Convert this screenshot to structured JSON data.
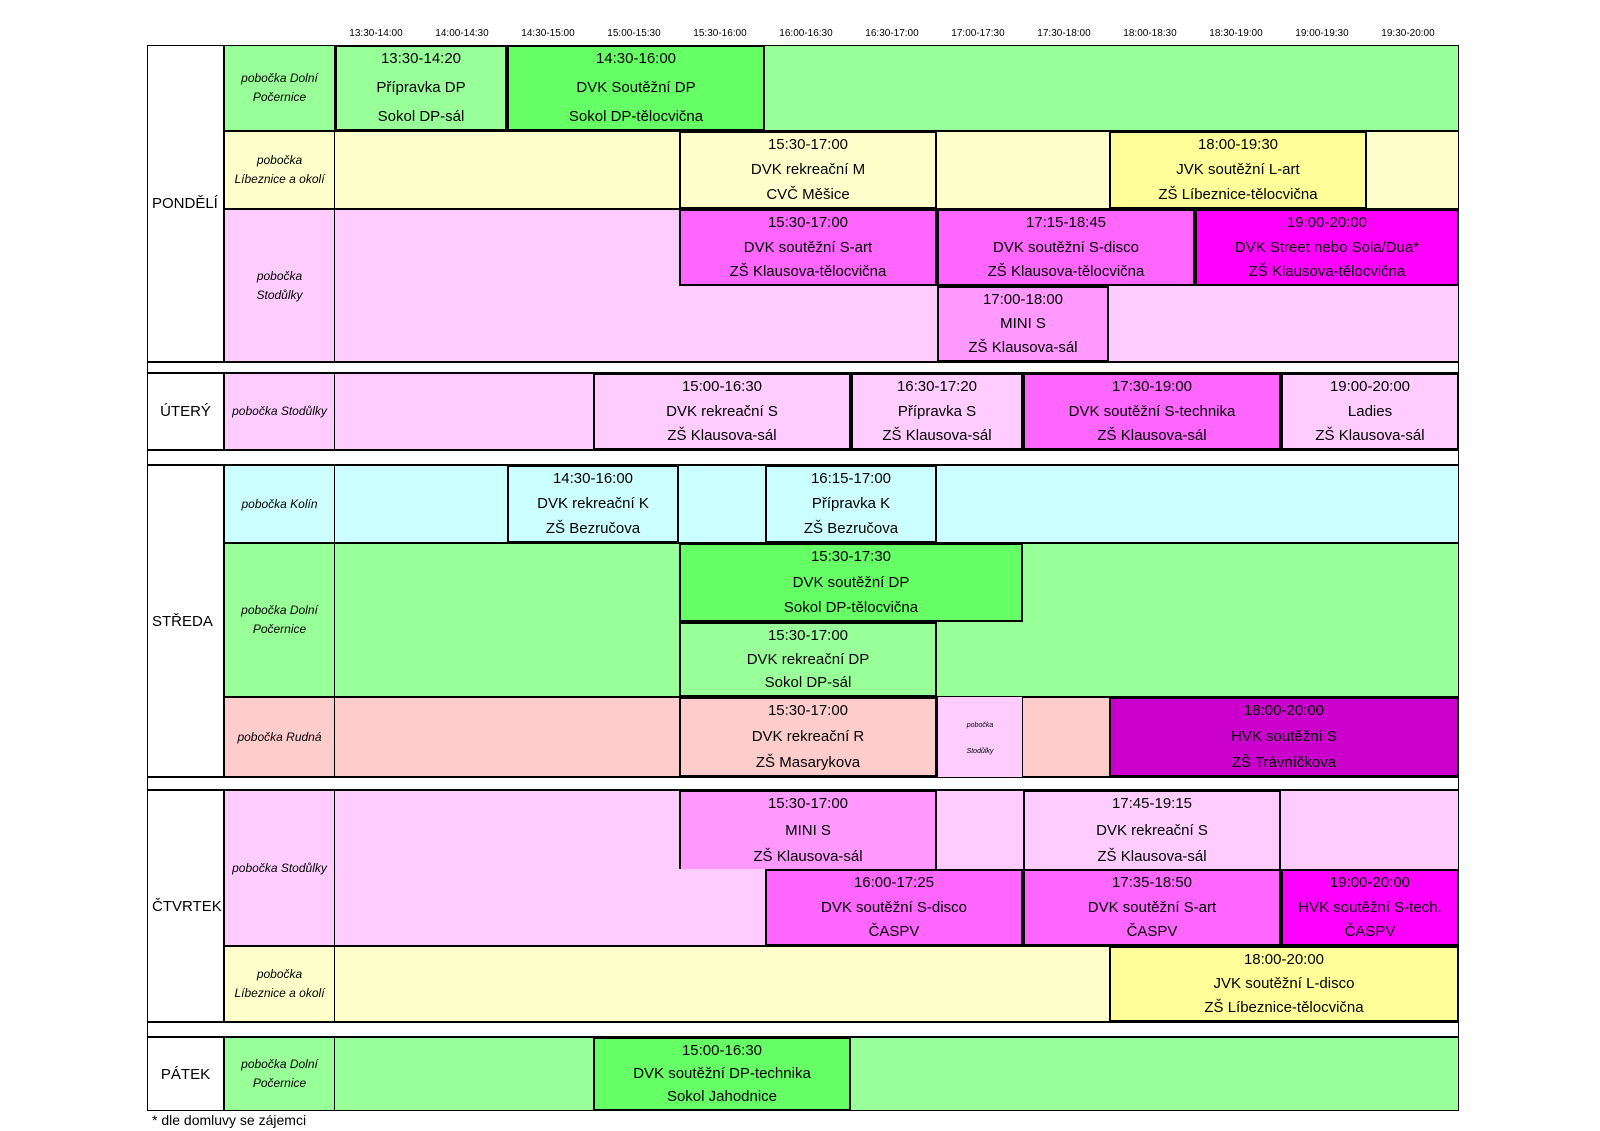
{
  "header": {
    "slots": [
      "13:30-14:00",
      "14:00-14:30",
      "14:30-15:00",
      "15:00-15:30",
      "15:30-16:00",
      "16:00-16:30",
      "16:30-17:00",
      "17:00-17:30",
      "17:30-18:00",
      "18:00-18:30",
      "18:30-19:00",
      "19:00-19:30",
      "19:30-20:00"
    ]
  },
  "colors": {
    "dp_light": "#99ff99",
    "dp_dark": "#66ff66",
    "lib_light": "#ffffcc",
    "lib_dark": "#ffff99",
    "sto_light": "#ffccff",
    "sto_mid": "#ff99ff",
    "sto_dark": "#ff66ff",
    "sto_magenta": "#ff00ff",
    "sto_purple": "#cc00cc",
    "kolin": "#ccffff",
    "rudna": "#ffcccc"
  },
  "days": {
    "mon": "PONDĚLÍ",
    "tue": "ÚTERÝ",
    "wed": "STŘEDA",
    "thu": "ČTVRTEK",
    "fri": "PÁTEK"
  },
  "branches": {
    "mon_dp": [
      "pobočka Dolní",
      "Počernice"
    ],
    "mon_lib": [
      "pobočka",
      "Líbeznice a okolí"
    ],
    "mon_sto": [
      "pobočka",
      "Stodůlky"
    ],
    "tue_sto": [
      "pobočka Stodůlky"
    ],
    "wed_kolin": [
      "pobočka Kolín"
    ],
    "wed_dp": [
      "pobočka Dolní",
      "Počernice"
    ],
    "wed_rudna": [
      "pobočka Rudná"
    ],
    "thu_sto": [
      "pobočka Stodůlky"
    ],
    "thu_lib": [
      "pobočka",
      "Líbeznice a okolí"
    ],
    "fri_dp": [
      "pobočka Dolní",
      "Počernice"
    ]
  },
  "blocks": {
    "b1": [
      "13:30-14:20",
      "Přípravka DP",
      "Sokol DP-sál"
    ],
    "b2": [
      "14:30-16:00",
      "DVK Soutěžní DP",
      "Sokol DP-tělocvična"
    ],
    "b3": [
      "15:30-17:00",
      "DVK rekreační M",
      "CVČ Měšice"
    ],
    "b4": [
      "18:00-19:30",
      "JVK soutěžní L-art",
      "ZŠ Líbeznice-tělocvična"
    ],
    "b5": [
      "15:30-17:00",
      "DVK soutěžní S-art",
      "ZŠ Klausova-tělocvična"
    ],
    "b6": [
      "17:15-18:45",
      "DVK soutěžní S-disco",
      "ZŠ Klausova-tělocvična"
    ],
    "b7": [
      "19:00-20:00",
      "DVK Street nebo Sola/Dua*",
      "ZŠ Klausova-tělocvična"
    ],
    "b8": [
      "17:00-18:00",
      "MINI S",
      "ZŠ Klausova-sál"
    ],
    "b9": [
      "15:00-16:30",
      "DVK rekreační S",
      "ZŠ Klausova-sál"
    ],
    "b10": [
      "16:30-17:20",
      "Přípravka S",
      "ZŠ Klausova-sál"
    ],
    "b11": [
      "17:30-19:00",
      "DVK soutěžní S-technika",
      "ZŠ Klausova-sál"
    ],
    "b12": [
      "19:00-20:00",
      "Ladies",
      "ZŠ Klausova-sál"
    ],
    "b13": [
      "14:30-16:00",
      "DVK rekreační K",
      "ZŠ Bezručova"
    ],
    "b14": [
      "16:15-17:00",
      "Přípravka K",
      "ZŠ Bezručova"
    ],
    "b15": [
      "15:30-17:30",
      "DVK soutěžní DP",
      "Sokol DP-tělocvična"
    ],
    "b16": [
      "15:30-17:00",
      "DVK rekreační DP",
      "Sokol DP-sál"
    ],
    "b17": [
      "15:30-17:00",
      "DVK rekreační R",
      "ZŠ Masarykova"
    ],
    "b18": [
      "18:00-20:00",
      "HVK soutěžní S",
      "ZŠ Trávníčkova"
    ],
    "b19": [
      "15:30-17:00",
      "MINI S",
      "ZŠ Klausova-sál"
    ],
    "b20": [
      "17:45-19:15",
      "DVK rekreační S",
      "ZŠ Klausova-sál"
    ],
    "b21": [
      "16:00-17:25",
      "DVK soutěžní S-disco",
      "ČASPV"
    ],
    "b22": [
      "17:35-18:50",
      "DVK soutěžní S-art",
      "ČASPV"
    ],
    "b23": [
      "19:00-20:00",
      "HVK soutěžní S-tech.",
      "ČASPV"
    ],
    "b24": [
      "18:00-20:00",
      "JVK soutěžní L-disco",
      "ZŠ Líbeznice-tělocvična"
    ],
    "b25": [
      "15:00-16:30",
      "DVK soutěžní DP-technika",
      "Sokol Jahodnice"
    ]
  },
  "tiny_label": [
    "pobočka",
    "Stodůlky"
  ],
  "footnote": "* dle domluvy se zájemci"
}
